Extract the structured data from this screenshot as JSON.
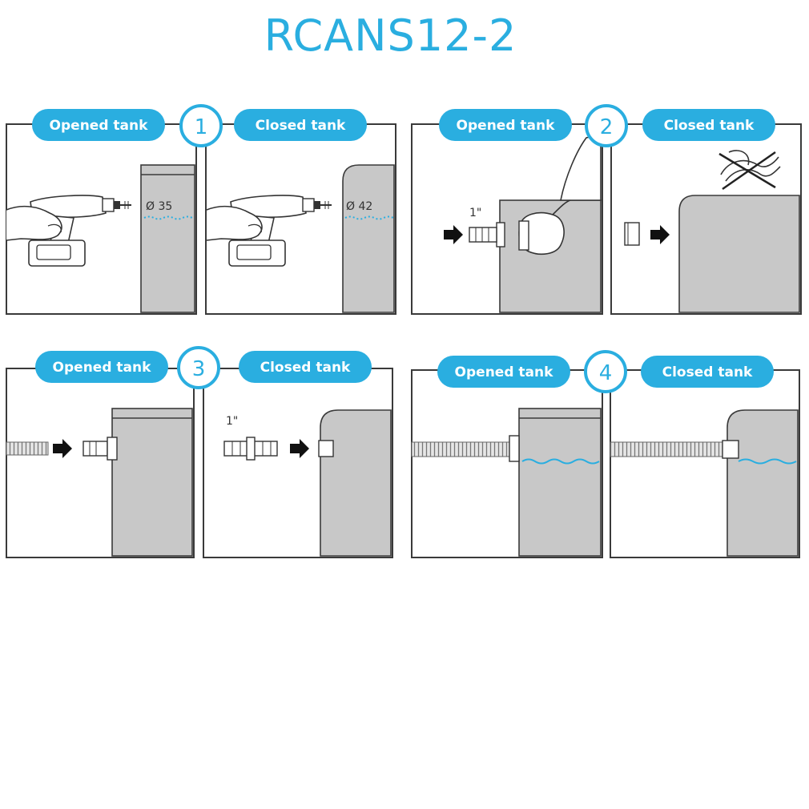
{
  "title": "RCANS12-2",
  "colors": {
    "accent": "#2aaee0",
    "tank": "#c8c8c8",
    "outline": "#3a3a3a",
    "water": "#2aaee0"
  },
  "steps": [
    {
      "number": "1",
      "opened_label": "Opened tank",
      "closed_label": "Closed tank",
      "opened_dim": "Ø 35",
      "closed_dim": "Ø 42"
    },
    {
      "number": "2",
      "opened_label": "Opened tank",
      "closed_label": "Closed tank",
      "size_label": "1\""
    },
    {
      "number": "3",
      "opened_label": "Opened tank",
      "closed_label": "Closed tank",
      "size_label": "1\""
    },
    {
      "number": "4",
      "opened_label": "Opened tank",
      "closed_label": "Closed tank"
    }
  ]
}
